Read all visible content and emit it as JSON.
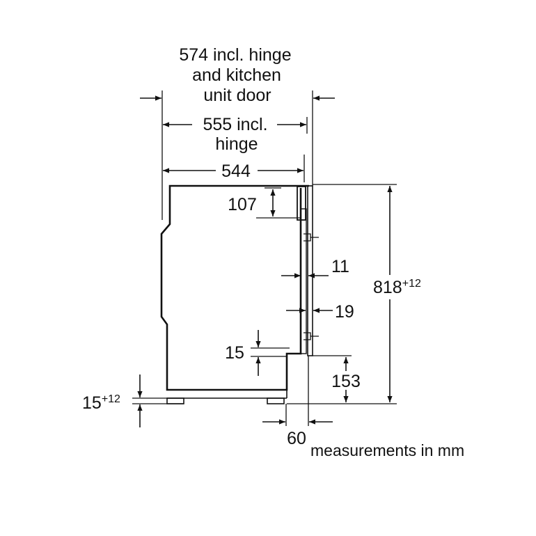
{
  "dimensions": {
    "width_with_hinge_and_door": {
      "line1": "574 incl. hinge",
      "line2": "and kitchen",
      "line3": "unit door"
    },
    "width_with_hinge": {
      "line1": "555 incl.",
      "line2": "hinge"
    },
    "body_depth": "544",
    "top_panel": "107",
    "door_gap": "11",
    "door_thickness": "19",
    "plinth_step": "15",
    "feet_height": {
      "base": "15",
      "sup": "+12"
    },
    "height": {
      "base": "818",
      "sup": "+12"
    },
    "plinth_height": "153",
    "plinth_setback": "60"
  },
  "units_note": "measurements in mm"
}
